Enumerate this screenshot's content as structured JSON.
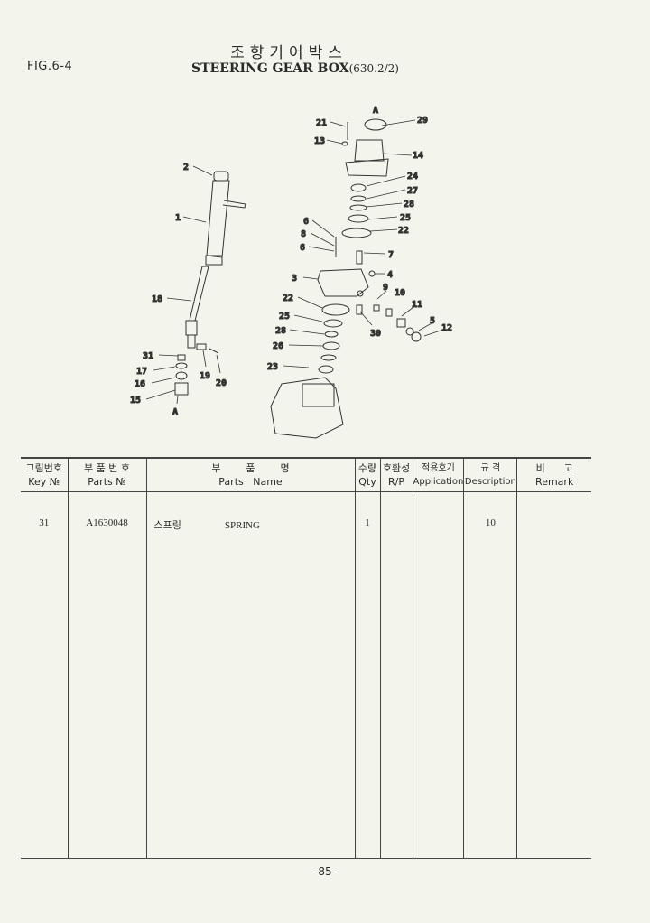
{
  "header": {
    "figure": "FIG.6-4",
    "title_korean": "조향기어박스",
    "title_english": "STEERING GEAR BOX",
    "title_suffix": "(630.2/2)"
  },
  "diagram": {
    "callouts": [
      "A",
      "29",
      "21",
      "13",
      "14",
      "2",
      "24",
      "27",
      "28",
      "1",
      "25",
      "22",
      "6",
      "8",
      "6",
      "7",
      "4",
      "3",
      "9",
      "10",
      "22",
      "11",
      "18",
      "25",
      "5",
      "12",
      "28",
      "30",
      "26",
      "31",
      "23",
      "17",
      "19",
      "16",
      "20",
      "15",
      "A"
    ]
  },
  "table": {
    "headers": [
      {
        "ko": "그림번호",
        "en": "Key №"
      },
      {
        "ko": "부 품 번 호",
        "en": "Parts №"
      },
      {
        "ko": "부        품        명",
        "en": "Parts   Name"
      },
      {
        "ko": "수량",
        "en": "Qty"
      },
      {
        "ko": "호환성",
        "en": "R/P"
      },
      {
        "ko": "적용호기",
        "en": "Application"
      },
      {
        "ko": "규  격",
        "en": "Description"
      },
      {
        "ko": "비      고",
        "en": "Remark"
      }
    ],
    "rows": [
      {
        "key": "31",
        "part_no": "A1630048",
        "name_ko": "스프링",
        "name_en": "SPRING",
        "qty": "1",
        "rp": "",
        "application": "",
        "description": "10",
        "remark": ""
      }
    ]
  },
  "footer": {
    "page": "-85-"
  }
}
